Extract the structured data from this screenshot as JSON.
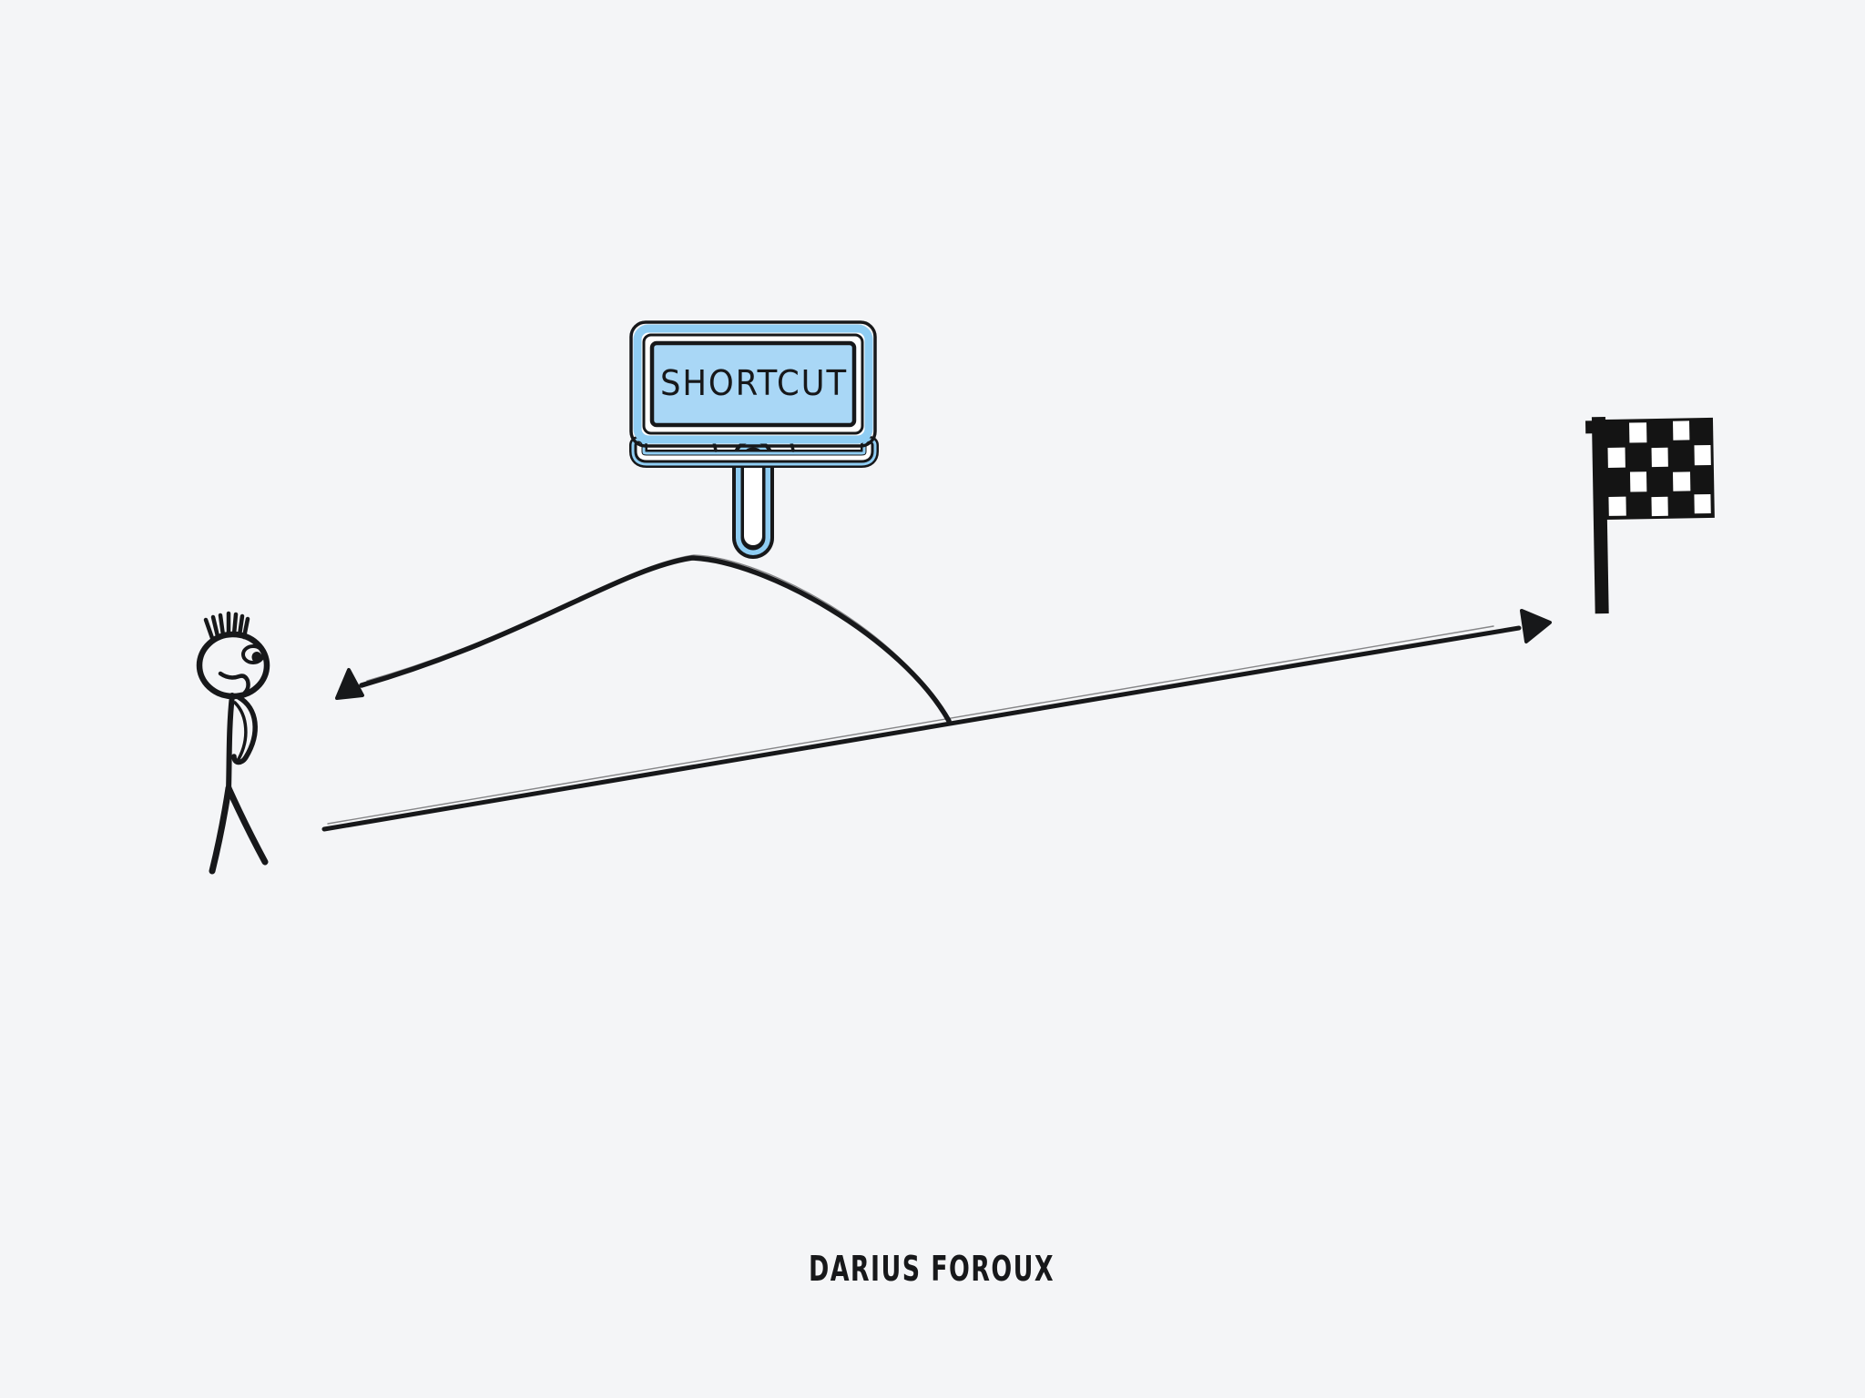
{
  "illustration": {
    "background_color": "#f4f5f7",
    "ink_color": "#17181a",
    "sign": {
      "label": "SHORTCUT",
      "panel_color": "#a9d7f6",
      "frame_color": "#8fcdf3"
    },
    "flag": {
      "name": "checkered-finish-flag",
      "dark_color": "#141414",
      "light_color": "#ffffff"
    },
    "paths": {
      "shortcut_path": "curved-hill-path-arrow",
      "direct_path": "straight-path-arrow"
    },
    "signature": "DARIUS FOROUX"
  }
}
